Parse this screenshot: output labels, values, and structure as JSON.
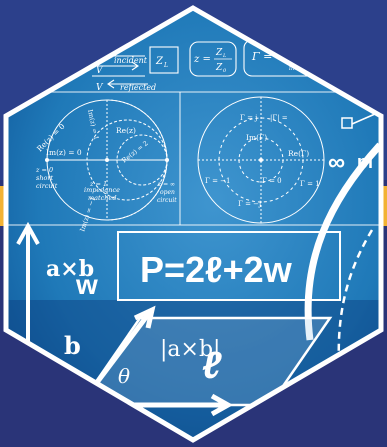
{
  "colors": {
    "outer_background": "#2a3478",
    "band_yellow": "#f2b233",
    "panel_blue": "#1f79b8",
    "panel_deep": "#0b4d90",
    "hex_border": "#ffffff",
    "chalk": "#ffffff"
  },
  "top_diagram": {
    "incident": "incident",
    "reflected": "reflected",
    "v_plus": "V",
    "v_minus": "V",
    "load": "Z",
    "load_sub": "L",
    "z_lhs": "z =",
    "z_num": "Z",
    "z_num_sub": "L",
    "z_den": "Z",
    "z_den_sub": "0",
    "gamma_formula": "Γ = V",
    "gamma_sub": "incid"
  },
  "smith_chart": {
    "re_z_0": "Re(z) = 0",
    "re_z_2": "Re(z) = 2",
    "re_z_1": "Re(z)",
    "im_z_0": "Im(z) = 0",
    "im_z_1": "Im(z) = 1",
    "im_z_neg1": "Im(z) = −1",
    "short_z": "z = 0",
    "short_a": "short",
    "short_b": "circuit",
    "matched_a": "impedance",
    "matched_b": "matched",
    "matched_z": "z = 1",
    "open_z": "z = ∞",
    "open_a": "open",
    "open_b": "circuit"
  },
  "gamma_chart": {
    "im_gamma": "Im(Γ)",
    "re_gamma": "Re(Γ)",
    "gamma_j": "Γ = j",
    "gamma_neg_j": "Γ = −j",
    "gamma_1": "Γ = 1",
    "gamma_neg1": "Γ = −1",
    "gamma_0": "Γ = 0",
    "gamma_abs": "|Γ| ="
  },
  "board": {
    "perimeter": "P=2ℓ+2w",
    "cross_product": "a×b",
    "w_label": "w",
    "cross_magnitude": "|a×b|",
    "b_label": "b",
    "theta": "θ",
    "ell": "ℓ",
    "infinity": "∞",
    "pi_fragment": "pi"
  }
}
